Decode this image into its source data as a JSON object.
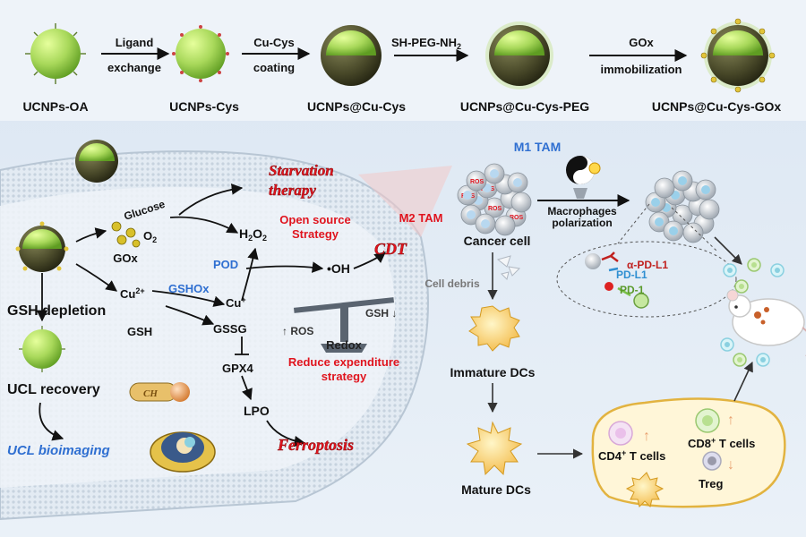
{
  "synthesis": {
    "stages": [
      "UCNPs-OA",
      "UCNPs-Cys",
      "UCNPs@Cu-Cys",
      "UCNPs@Cu-Cys-PEG",
      "UCNPs@Cu-Cys-GOx"
    ],
    "step1": {
      "line1": "Ligand",
      "line2": "exchange"
    },
    "step2": {
      "line1": "Cu-Cys",
      "line2": "coating"
    },
    "step3": {
      "main": "SH-PEG-NH",
      "sub": "2"
    },
    "step4": {
      "line1": "GOx",
      "line2": "immobilization"
    }
  },
  "mechanism": {
    "glucose": "Glucose",
    "o2": "O",
    "o2_sub": "2",
    "gox": "GOx",
    "h2o2": "H",
    "h2o2_sub1": "2",
    "h2o2_o": "O",
    "h2o2_sub2": "2",
    "starvation1": "Starvation",
    "starvation2": "therapy",
    "open_source1": "Open source",
    "open_source2": "Strategy",
    "pod": "POD",
    "oh": "•OH",
    "cdt": "CDT",
    "cu2": "Cu",
    "cu2_sup": "2+",
    "gshox": "GSHOx",
    "cu1": "Cu",
    "cu1_sup": "+",
    "gsh_depletion": "GSH depletion",
    "gsh": "GSH",
    "gssg": "GSSG",
    "ros": "ROS",
    "redox": "Redox",
    "gsh_right": "GSH",
    "reduce1": "Reduce expenditure",
    "reduce2": "strategy",
    "gpx4": "GPX4",
    "lpo": "LPO",
    "ferroptosis": "Ferroptosis",
    "ucl_recovery": "UCL recovery",
    "ucl_bioimaging": "UCL bioimaging",
    "capsule_text": "CH"
  },
  "immune": {
    "m1_tam": "M1 TAM",
    "m2_tam": "M2 TAM",
    "cancer_cell": "Cancer cell",
    "macrophages1": "Macrophages",
    "macrophages2": "polarization",
    "cell_debris": "Cell debris",
    "immature_dcs": "Immature DCs",
    "mature_dcs": "Mature DCs",
    "alpha_pd_l1": "α-PD-L1",
    "pd_l1": "PD-L1",
    "pd_1": "PD-1",
    "cd4": "CD4",
    "cd4_sup": "+",
    "cd4_rest": " T cells",
    "cd8": "CD8",
    "cd8_sup": "+",
    "cd8_rest": " T cells",
    "treg": "Treg",
    "ros_tag": "ROS"
  },
  "colors": {
    "red_text": "#e0141e",
    "blue_text": "#2f6fd1",
    "orange_text": "#c0421a",
    "background": "#dfeaf6",
    "nanoparticle": "#a8d85a"
  }
}
